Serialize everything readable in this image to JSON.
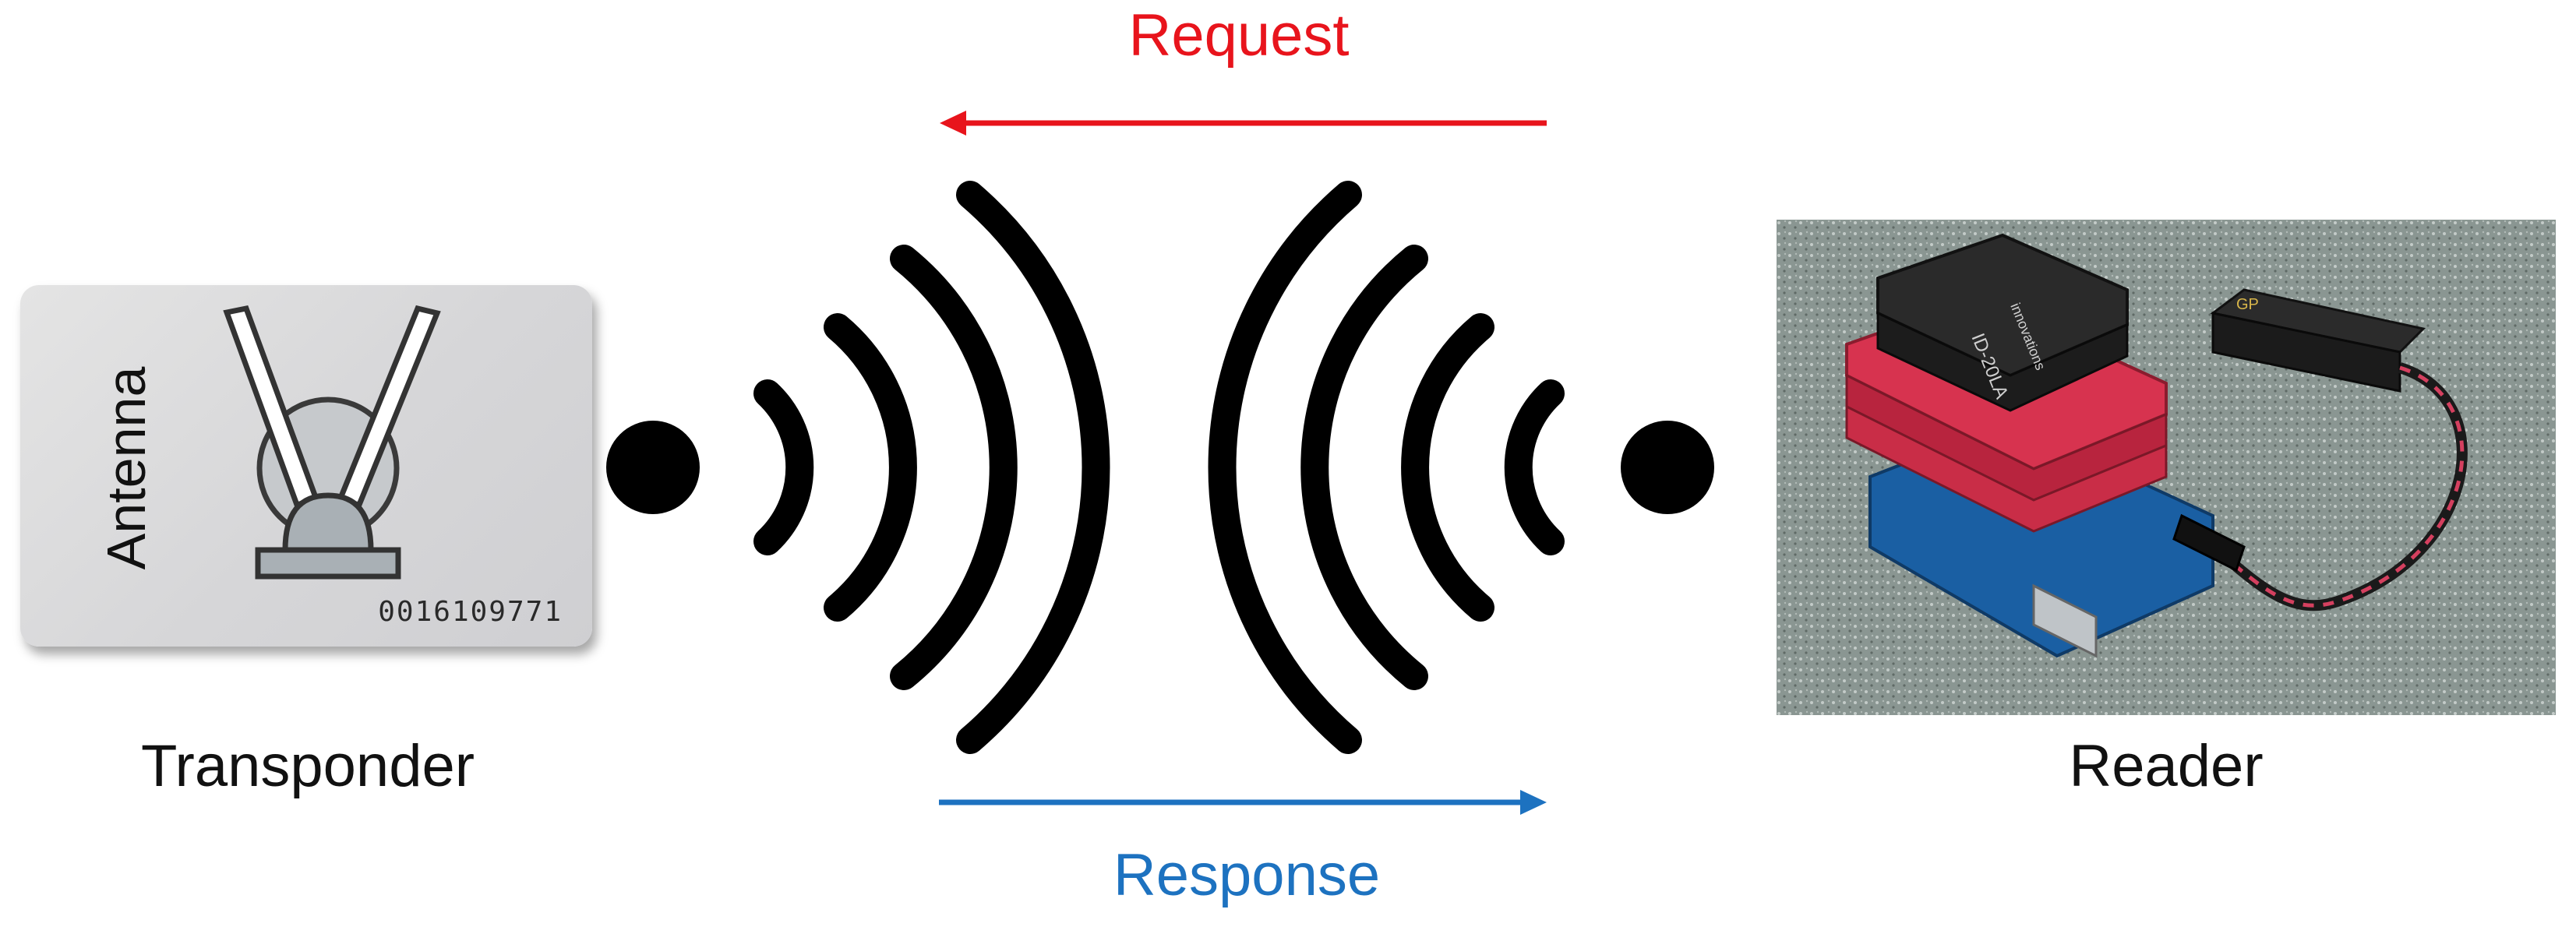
{
  "labels": {
    "request": "Request",
    "response": "Response",
    "transponder": "Transponder",
    "reader": "Reader"
  },
  "transponder_card": {
    "antenna_text": "Antenna",
    "card_number": "0016109771"
  },
  "reader_photo": {
    "module_brand": "innovations",
    "module_model": "ID-20LA",
    "battery_brand": "GP"
  },
  "colors": {
    "request": "#e8141c",
    "response": "#1d72c0",
    "waves": "#000000"
  }
}
